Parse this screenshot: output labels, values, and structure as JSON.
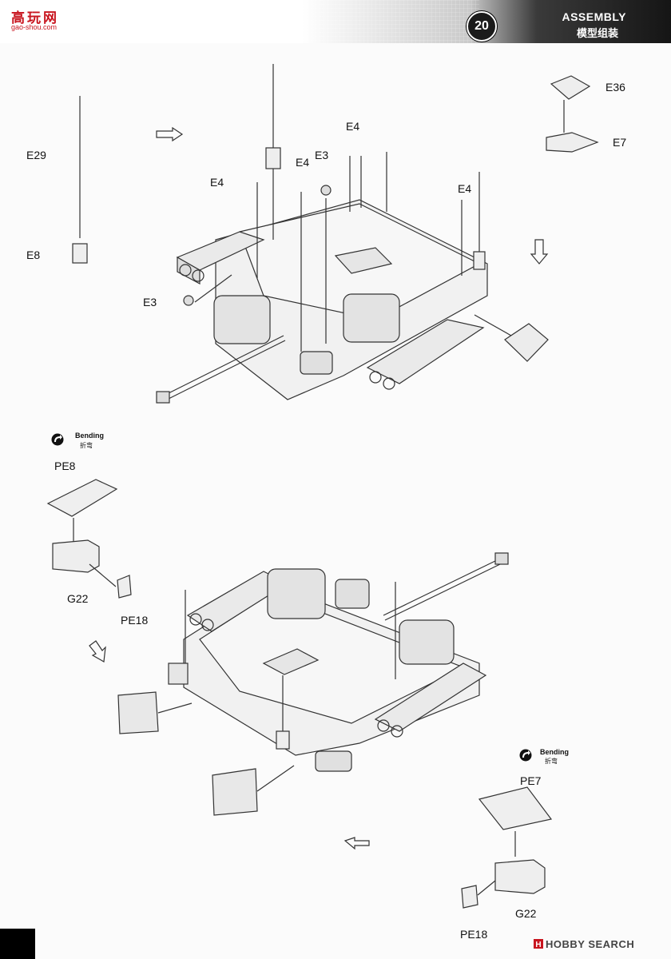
{
  "header": {
    "logo_main": "高玩网",
    "logo_sub": "gao-shou.com",
    "step_number": "20",
    "title_en": "ASSEMBLY",
    "title_zh": "模型组装"
  },
  "bending": {
    "title": "Bending",
    "subtitle": "折弯"
  },
  "parts_top": {
    "e29": "E29",
    "e8": "E8",
    "e3_left": "E3",
    "e4_left": "E4",
    "e4_mid": "E4",
    "e3_mid": "E3",
    "e4_top": "E4",
    "e4_right": "E4",
    "e36": "E36",
    "e7": "E7"
  },
  "parts_bottom": {
    "pe8": "PE8",
    "g22_left": "G22",
    "pe18_left": "PE18",
    "pe7": "PE7",
    "g22_right": "G22",
    "pe18_right": "PE18"
  },
  "watermark": "HOBBY SEARCH"
}
